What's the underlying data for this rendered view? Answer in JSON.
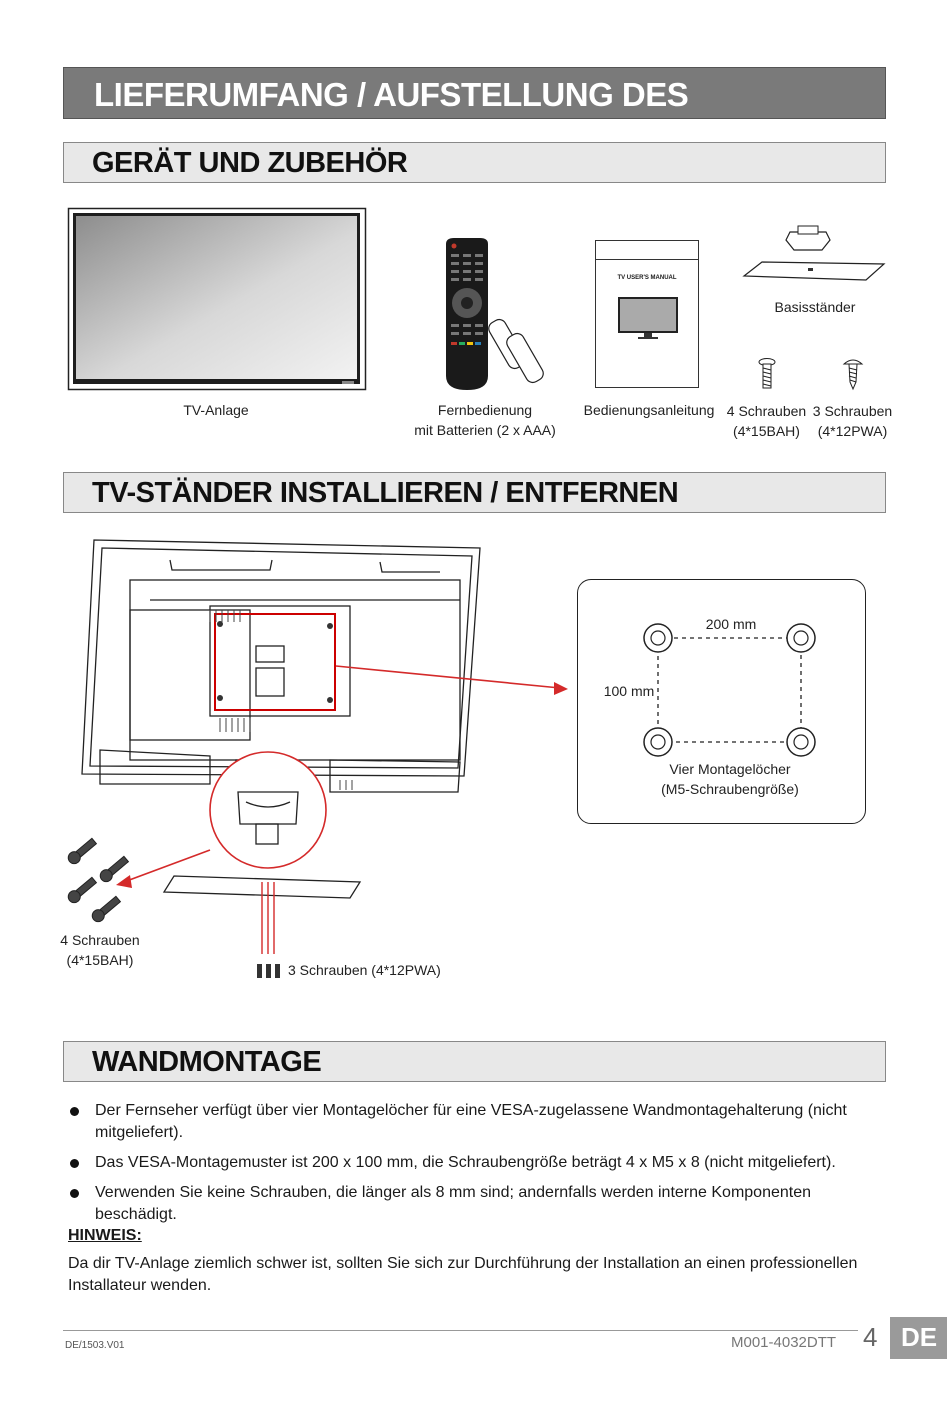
{
  "header": {
    "main_title": "LIEFERUMFANG / AUFSTELLUNG DES FERNSEHERS"
  },
  "section1": {
    "title": "GERÄT UND ZUBEHÖR",
    "items": {
      "tv": "TV-Anlage",
      "remote_line1": "Fernbedienung",
      "remote_line2": "mit Batterien (2 x AAA)",
      "manual": "Bedienungsanleitung",
      "manual_cover": "TV USER'S MANUAL",
      "stand": "Basisständer",
      "screws_a_line1": "4 Schrauben",
      "screws_a_line2": "(4*15BAH)",
      "screws_b_line1": "3 Schrauben",
      "screws_b_line2": "(4*12PWA)"
    }
  },
  "section2": {
    "title": "TV-STÄNDER INSTALLIEREN / ENTFERNEN",
    "vesa_width": "200 mm",
    "vesa_height": "100 mm",
    "vesa_caption_line1": "Vier Montagelöcher",
    "vesa_caption_line2": "(M5-Schraubengröße)",
    "screws_a_line1": "4 Schrauben",
    "screws_a_line2": "(4*15BAH)",
    "screws_b": "3 Schrauben (4*12PWA)"
  },
  "section3": {
    "title": "WANDMONTAGE",
    "bullets": [
      "Der Fernseher verfügt über vier Montagelöcher für eine VESA-zugelassene Wandmontagehalterung (nicht mitgeliefert).",
      "Das VESA-Montagemuster ist 200 x 100 mm, die Schraubengröße beträgt 4 x M5 x 8 (nicht mitgeliefert).",
      "Verwenden Sie keine Schrauben, die länger als 8 mm sind; andernfalls werden interne Komponenten beschädigt."
    ],
    "note_heading": "HINWEIS:",
    "note_text": "Da dir TV-Anlage ziemlich schwer ist, sollten Sie sich zur Durchführung der Installation an einen professionellen Installateur wenden."
  },
  "footer": {
    "doc_code": "DE/1503.V01",
    "model": "M001-4032DTT",
    "page": "4",
    "lang": "DE"
  },
  "colors": {
    "accent_red": "#d42a2a",
    "header_grey": "#7a7a7a",
    "section_grey": "#e8e8e8"
  }
}
